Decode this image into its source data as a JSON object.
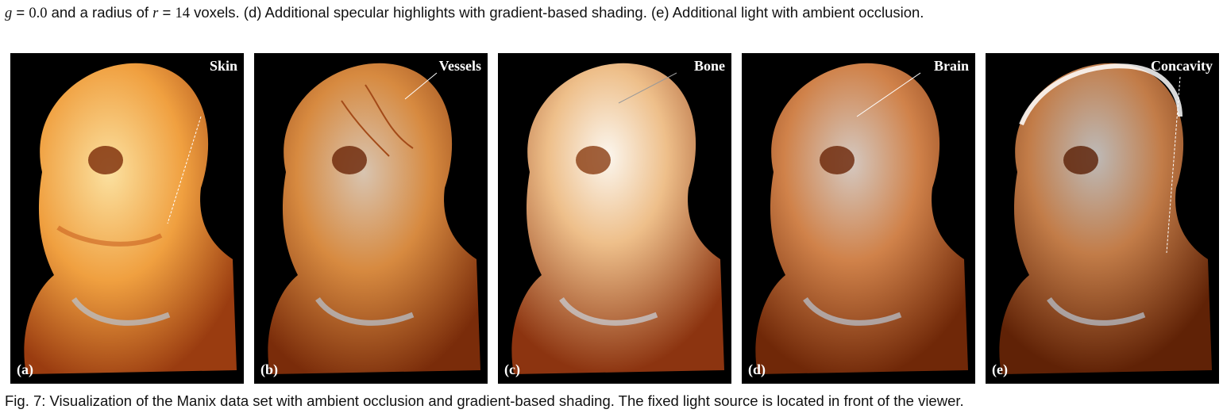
{
  "caption": {
    "top_prefix": "g",
    "top_eq1": " = ",
    "top_val1": "0.0",
    "top_mid": " and a radius of ",
    "top_var2": "r",
    "top_eq2": " = ",
    "top_val2": "14",
    "top_rest": " voxels. (d) Additional specular highlights with gradient-based shading. (e) Additional light with ambient occlusion.",
    "bottom": "Fig. 7: Visualization of the Manix data set with ambient occlusion and gradient-based shading. The fixed light source is located in front of the viewer."
  },
  "panels": [
    {
      "id": "a",
      "label": "Skin",
      "sublabel": "(a)"
    },
    {
      "id": "b",
      "label": "Vessels",
      "sublabel": "(b)"
    },
    {
      "id": "c",
      "label": "Bone",
      "sublabel": "(c)"
    },
    {
      "id": "d",
      "label": "Brain",
      "sublabel": "(d)"
    },
    {
      "id": "e",
      "label": "Concavity",
      "sublabel": "(e)"
    }
  ],
  "colors": {
    "panel_bg": "#000000",
    "tissue_orange": "#e07a2c",
    "tissue_yellow": "#f2b94a",
    "bone_white": "#f4efe6",
    "vessel": "#b8c6d4"
  }
}
